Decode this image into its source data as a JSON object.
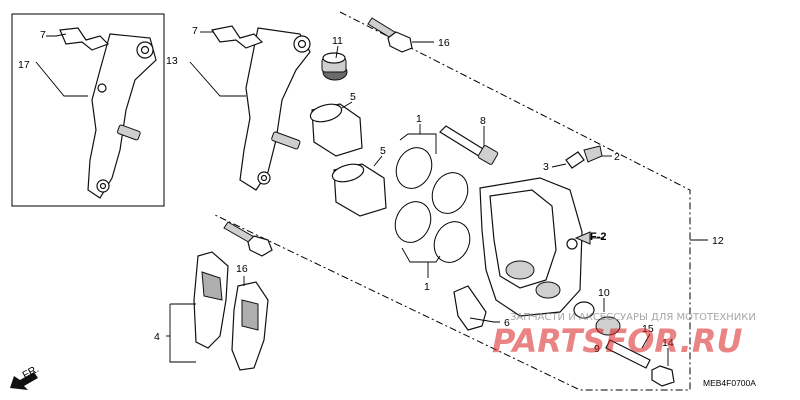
{
  "diagram": {
    "callouts": {
      "c17": "17",
      "c7a": "7",
      "c13": "13",
      "c7b": "7",
      "c11": "11",
      "c16a": "16",
      "c5a": "5",
      "c5b": "5",
      "c1a": "1",
      "c1b": "1",
      "c8": "8",
      "c3": "3",
      "c2": "2",
      "c12": "12",
      "c16b": "16",
      "c4": "4",
      "c6": "6",
      "c10": "10",
      "c9": "9",
      "c15": "15",
      "c14": "14"
    },
    "section_ref": "F-2",
    "front_arrow": "FR.",
    "drawing_code": "MEB4F0700A"
  },
  "watermark": {
    "brand": "PARTSFOR.RU",
    "tagline": "ЗАПЧАСТИ И АКСЕССУАРЫ ДЛЯ МОТОТЕХНИКИ",
    "color": "#d81e1e"
  }
}
